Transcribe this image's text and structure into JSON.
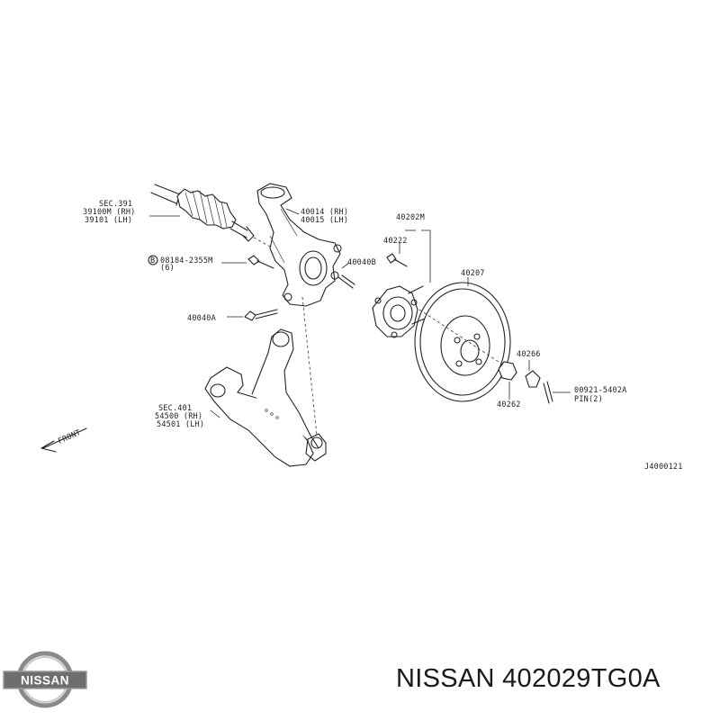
{
  "labels": {
    "sec391": "SEC.391",
    "shaft_rh": "39100M (RH)",
    "shaft_lh": "39101  (LH)",
    "knuckle_rh": "40014 (RH)",
    "knuckle_lh": "40015 (LH)",
    "bolt_ref": "08184-2355M",
    "bolt_qty": "(6)",
    "bolt_b": "40040B",
    "bolt_a": "40040A",
    "hub": "40202M",
    "stud": "40222",
    "rotor": "40207",
    "nut": "40262",
    "cap": "40266",
    "pin_ref": "00921-5402A",
    "pin_qty": "PIN(2)",
    "sec401": "SEC.401",
    "arm_rh": "54500 (RH)",
    "arm_lh": "54501 (LH)",
    "front": "FRONT",
    "diagram_code": "J4000121",
    "bolt_marker": "B"
  },
  "logo": {
    "text": "NISSAN"
  },
  "footer": {
    "part_number": "NISSAN 402029TG0A"
  }
}
